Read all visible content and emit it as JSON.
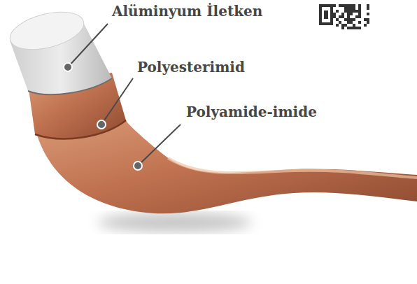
{
  "diagram": {
    "labels": [
      "Alüminyum İletken",
      "Polyesterimid",
      "Polyamide-imide"
    ]
  }
}
